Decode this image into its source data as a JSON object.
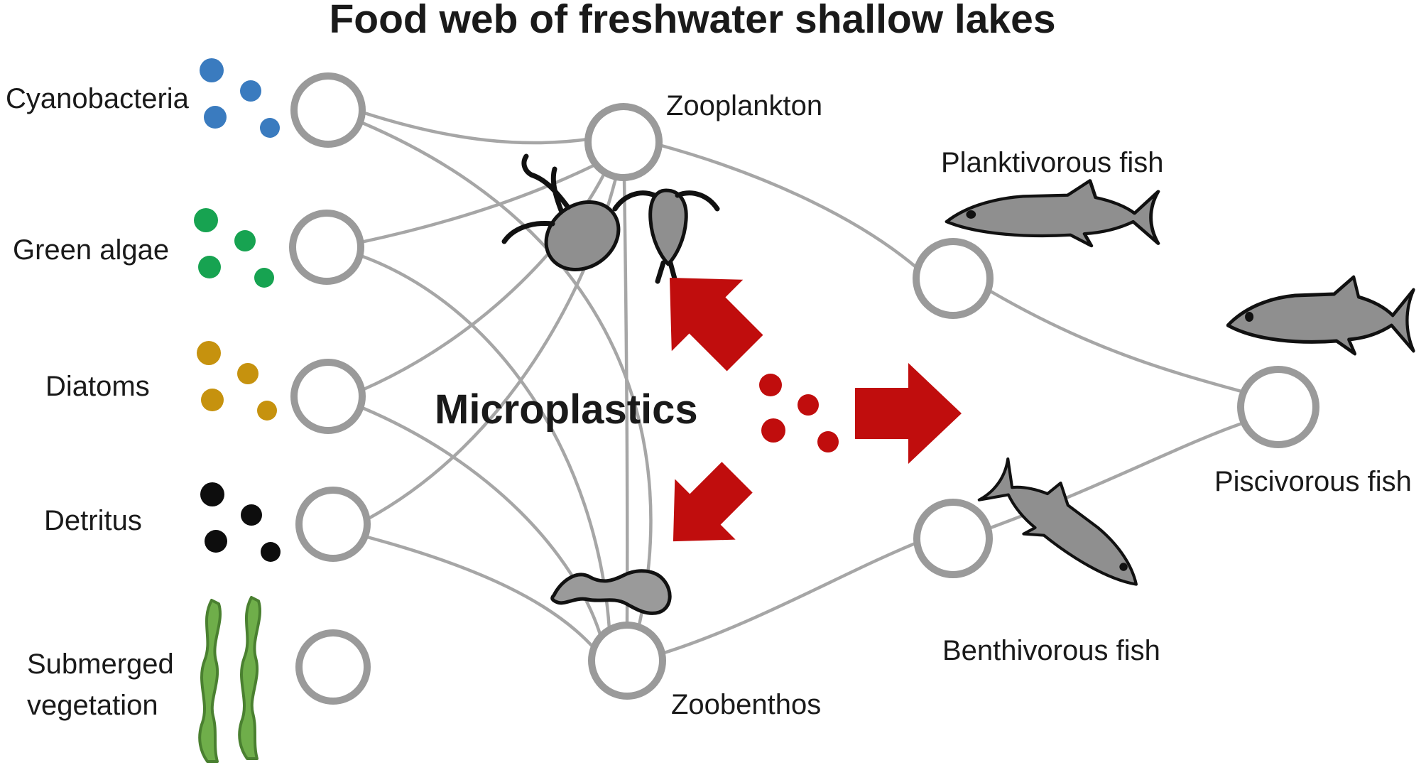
{
  "title": "Food web of freshwater shallow lakes",
  "microplastics": {
    "label": "Microplastics",
    "color": "#c00d0d",
    "particle_count": 4,
    "arrow_targets": [
      "Zooplankton",
      "Zoobenthos",
      "Fish"
    ]
  },
  "producers": [
    {
      "id": "cyanobacteria",
      "label": "Cyanobacteria",
      "color": "#3a7bbf"
    },
    {
      "id": "green-algae",
      "label": "Green algae",
      "color": "#17a351"
    },
    {
      "id": "diatoms",
      "label": "Diatoms",
      "color": "#c6920e"
    },
    {
      "id": "detritus",
      "label": "Detritus",
      "color": "#0d0d0d"
    },
    {
      "id": "submerged-vegetation",
      "label_line1": "Submerged",
      "label_line2": "vegetation",
      "color": "#6fae4a",
      "outline_color": "#4a8030"
    }
  ],
  "consumers": [
    {
      "id": "zooplankton",
      "label": "Zooplankton"
    },
    {
      "id": "zoobenthos",
      "label": "Zoobenthos"
    },
    {
      "id": "planktivorous-fish",
      "label": "Planktivorous fish"
    },
    {
      "id": "benthivorous-fish",
      "label": "Benthivorous fish"
    },
    {
      "id": "piscivorous-fish",
      "label": "Piscivorous fish"
    }
  ],
  "edges": [
    {
      "from": "Cyanobacteria",
      "to": "Zooplankton"
    },
    {
      "from": "Cyanobacteria",
      "to": "Zoobenthos"
    },
    {
      "from": "Green algae",
      "to": "Zooplankton"
    },
    {
      "from": "Green algae",
      "to": "Zoobenthos"
    },
    {
      "from": "Diatoms",
      "to": "Zooplankton"
    },
    {
      "from": "Diatoms",
      "to": "Zoobenthos"
    },
    {
      "from": "Detritus",
      "to": "Zooplankton"
    },
    {
      "from": "Detritus",
      "to": "Zoobenthos"
    },
    {
      "from": "Zooplankton",
      "to": "Zoobenthos"
    },
    {
      "from": "Zooplankton",
      "to": "Planktivorous fish"
    },
    {
      "from": "Zoobenthos",
      "to": "Benthivorous fish"
    },
    {
      "from": "Planktivorous fish",
      "to": "Piscivorous fish"
    },
    {
      "from": "Benthivorous fish",
      "to": "Piscivorous fish"
    }
  ],
  "palette": {
    "node_stroke": "#9a9a9a",
    "edge_line": "#a6a6a6",
    "silhouette_fill": "#8f8f8f",
    "silhouette_outline": "#111111",
    "text": "#1a1a1a"
  }
}
